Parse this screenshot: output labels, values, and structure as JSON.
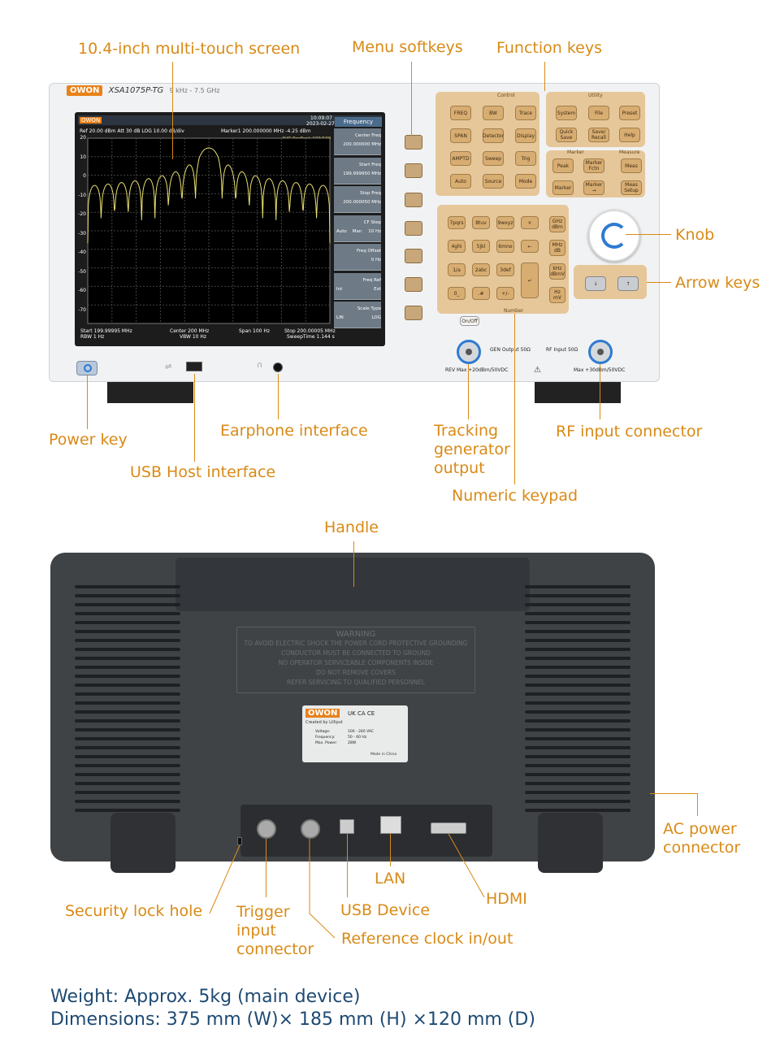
{
  "callouts": {
    "screen": "10.4-inch multi-touch screen",
    "menu_softkeys": "Menu softkeys",
    "function_keys": "Function keys",
    "knob": "Knob",
    "arrow_keys": "Arrow keys",
    "power_key": "Power key",
    "earphone": "Earphone interface",
    "usb_host": "USB Host interface",
    "tracking_gen": "Tracking\ngenerator\noutput",
    "rf_input": "RF input connector",
    "numeric_keypad": "Numeric keypad",
    "handle": "Handle",
    "ac_power": "AC power\nconnector",
    "lan": "LAN",
    "hdmi": "HDMI",
    "security_lock": "Security lock hole",
    "trigger": "Trigger\ninput\nconnector",
    "usb_device": "USB Device",
    "ref_clock": "Reference clock in/out"
  },
  "device": {
    "brand": "OWON",
    "model": "XSA1075P-TG",
    "range": "9 kHz - 7.5 GHz",
    "screen": {
      "time": "10:09:07",
      "date": "2023-02-27",
      "ref_line": "Ref 20.00 dBm  Att 30 dB  LOG 10.00 dB/div",
      "marker_line": "Marker1 200.000000 MHz  -4.25 dBm",
      "avg_line": "AVG PosPeak 100/100",
      "y_ticks": [
        "20",
        "10",
        "0",
        "-10",
        "-20",
        "-30",
        "-40",
        "-50",
        "-60",
        "-70"
      ],
      "start": "Start 199.99995 MHz",
      "rbw": "RBW 1 Hz",
      "center": "Center 200 MHz",
      "vbw": "VBW 10 Hz",
      "span": "Span 100 Hz",
      "stop": "Stop 200.00005 MHz",
      "sweep": "SweepTime 1.144 s",
      "menu_title": "Frequency",
      "menu": [
        {
          "label": "Center Freq",
          "value": "200.000000 MHz"
        },
        {
          "label": "Start Freq",
          "value": "199.999950 MHz"
        },
        {
          "label": "Stop Freq",
          "value": "200.000050 MHz"
        },
        {
          "label": "CF Step",
          "value": "10 Hz",
          "extra": "Auto    Man"
        },
        {
          "label": "Freq Offset",
          "value": "0 Hz"
        },
        {
          "label": "Freq Ref",
          "value": "Ext",
          "extra": "Int"
        },
        {
          "label": "Scale Type",
          "value": "LOG",
          "extra": "LIN"
        }
      ]
    },
    "groups": {
      "control": "Control",
      "utility": "Utility",
      "marker": "Marker",
      "measure": "Measure",
      "number": "Number"
    },
    "keys": {
      "freq": "FREQ",
      "bw": "BW",
      "trace": "Trace",
      "span": "SPAN",
      "detector": "Detector",
      "display": "Display",
      "ampt": "AMPTD",
      "sweep": "Sweep",
      "trig": "Trig",
      "auto": "Auto",
      "source": "Source",
      "mode": "Mode",
      "system": "System",
      "file": "File",
      "preset": "Preset",
      "quick_save": "Quick\nSave",
      "save_recall": "Save/\nRecall",
      "help": "Help",
      "peak": "Peak",
      "marker_fctn": "Marker\nFctn",
      "meas": "Meas",
      "marker": "Marker",
      "marker_arrow": "Marker\n→",
      "meas_setup": "Meas\nSetup"
    },
    "keypad": [
      "7pqrs",
      "8tuv",
      "9wxyz",
      "×",
      "4ghi",
      "5jkl",
      "6mno",
      "←",
      "1/a",
      "2abc",
      "3def",
      "",
      "0_",
      ".#",
      "+/-",
      ""
    ],
    "units": [
      "GHz\ndBm",
      "MHz\ndB",
      "kHz\ndBmV",
      "Hz\nmV"
    ],
    "on_off": "On/Off",
    "gen_output": "GEN Output 50Ω",
    "rf_input": "RF Input 50Ω",
    "rev_max": "REV Max +20dBm/50VDC",
    "max_in": "Max +30dBm/50VDC"
  },
  "rear": {
    "warning_title": "WARNING",
    "warning_lines": [
      "TO AVOID ELECTRIC SHOCK THE POWER CORD PROTECTIVE GROUNDING",
      "CONDUCTOR MUST BE CONNECTED TO GROUND",
      "NO OPERATOR SERVICEABLE COMPONENTS INSIDE",
      "DO NOT REMOVE COVERS",
      "REFER SERVICING TO QUALIFIED PERSONNEL"
    ],
    "plate_brand": "OWON",
    "plate_sub": "Created by Lilliput",
    "marks": "UK CA  CE",
    "specs": [
      {
        "k": "Voltage:",
        "v": "100 - 240 VAC"
      },
      {
        "k": "Frequency:",
        "v": "50 - 60 Hz"
      },
      {
        "k": "Max. Power:",
        "v": "28W"
      }
    ],
    "made_in": "Made in China"
  },
  "footer": {
    "weight": "Weight: Approx. 5kg  (main device)",
    "dimensions": "Dimensions: 375 mm (W)× 185 mm (H) ×120 mm (D)"
  },
  "colors": {
    "callout": "#d98a16",
    "footer": "#1e4a73",
    "trace": "#e8e070",
    "menu_bg": "#6e7a86"
  }
}
